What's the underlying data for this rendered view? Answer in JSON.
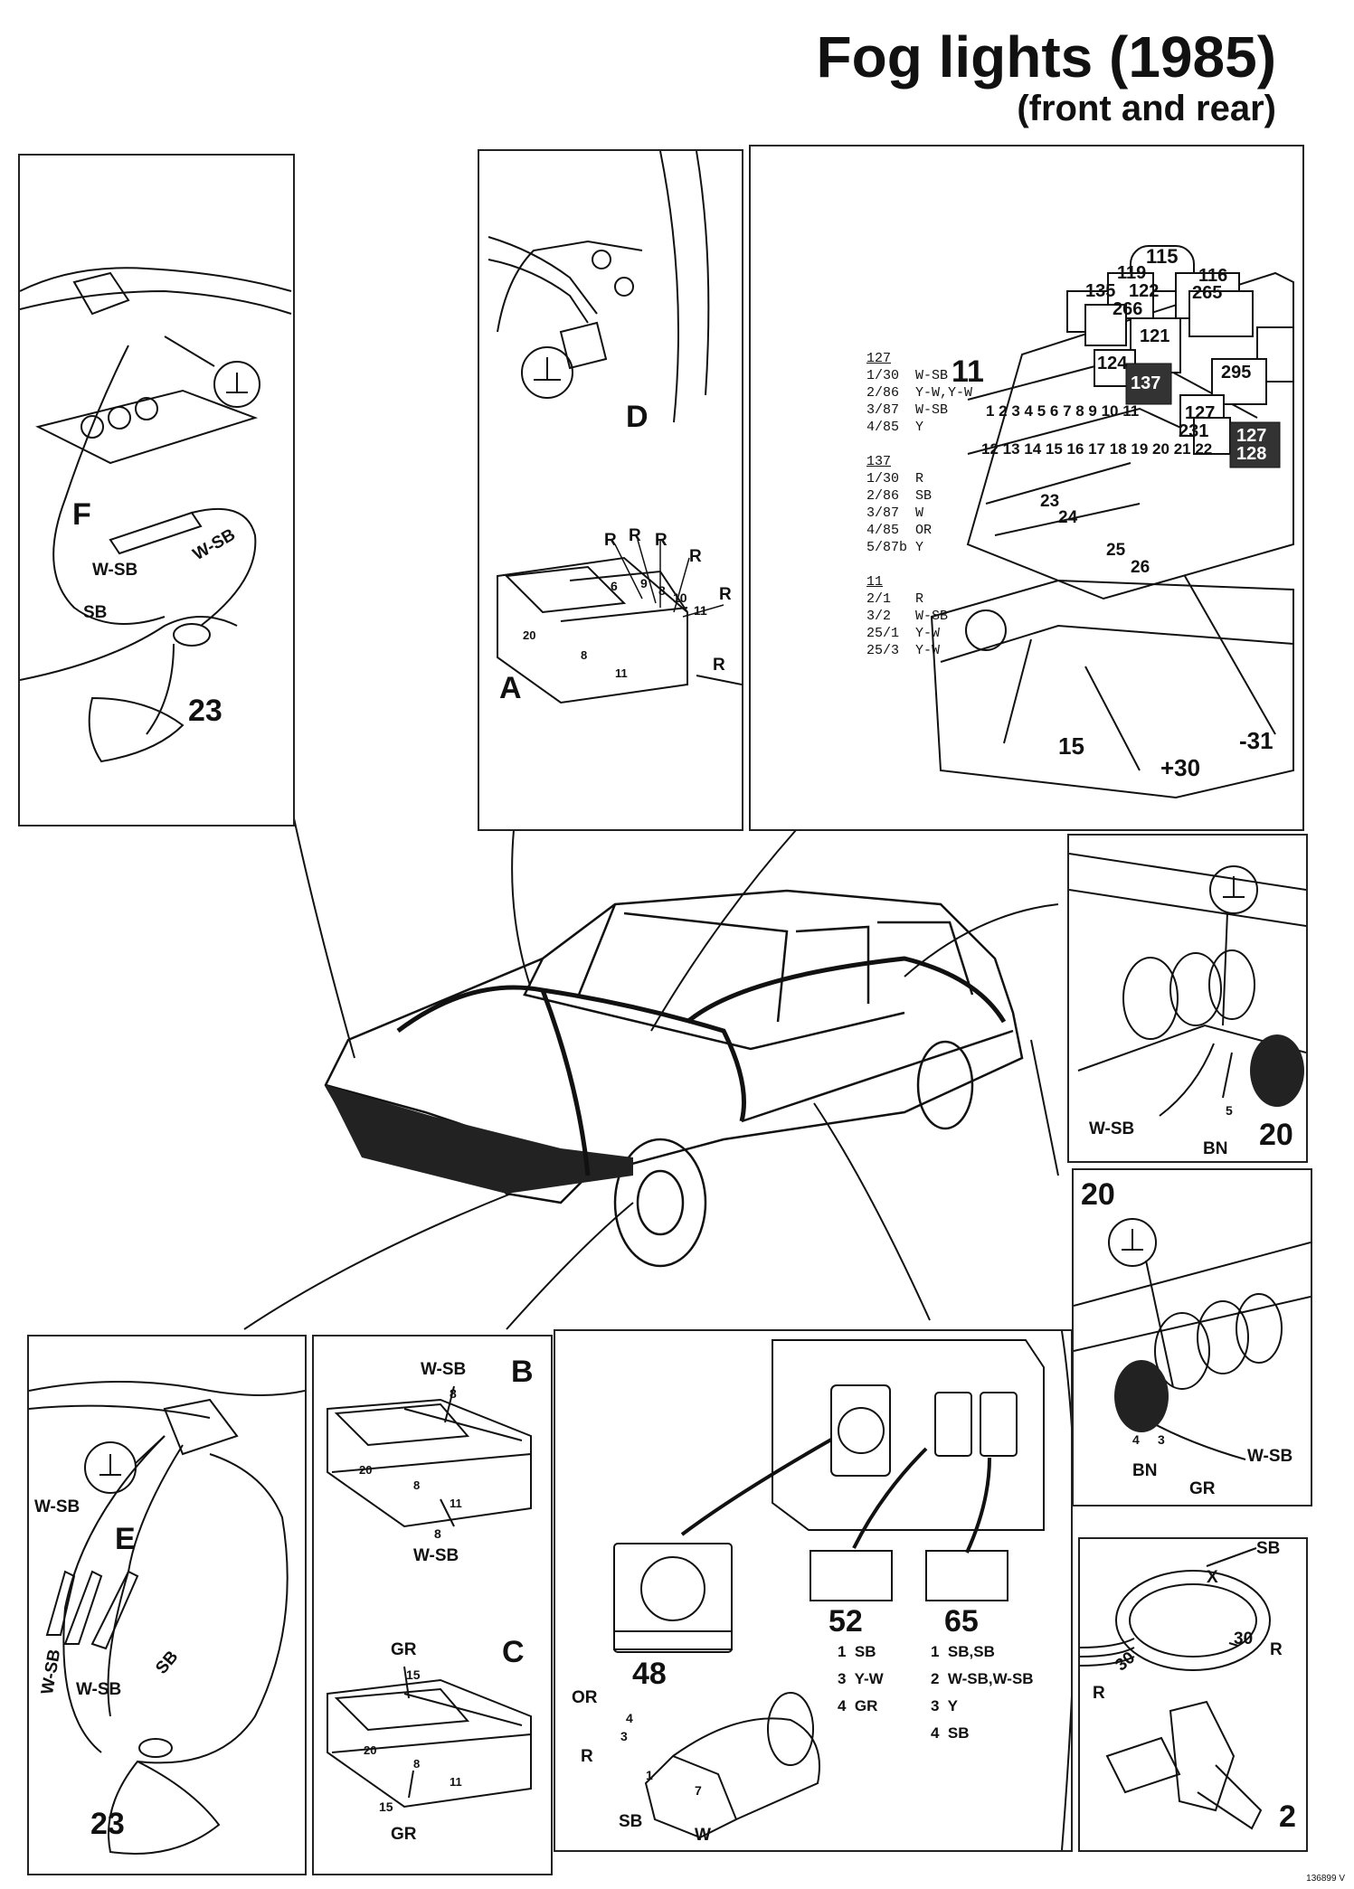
{
  "title": "Fog lights (1985)",
  "subtitle": "(front and rear)",
  "panel_F": {
    "letter": "F",
    "wire1": "W-SB",
    "wire2": "W-SB",
    "wire3": "SB",
    "num": "23"
  },
  "panel_D": {
    "letter": "D",
    "letter_a": "A",
    "r_labels": [
      "R",
      "R",
      "R",
      "R",
      "R",
      "R"
    ],
    "pins": [
      "6",
      "9",
      "8",
      "10",
      "11"
    ],
    "blocks": [
      "20",
      "8",
      "11"
    ]
  },
  "fusebox": {
    "relay_table": [
      {
        "header": "127",
        "rows": [
          "1/30  W-SB",
          "2/86  Y-W,Y-W",
          "3/87  W-SB",
          "4/85  Y"
        ]
      },
      {
        "header": "137",
        "rows": [
          "1/30  R",
          "2/86  SB",
          "3/87  W",
          "4/85  OR",
          "5/87b Y"
        ]
      },
      {
        "header": "11",
        "rows": [
          "2/1   R",
          "3/2   W-SB",
          "25/1  Y-W",
          "25/3  Y-W"
        ]
      }
    ],
    "relays": [
      "115",
      "119",
      "135",
      "122",
      "266",
      "116",
      "265",
      "121",
      "124",
      "137",
      "295",
      "127",
      "231",
      "127",
      "128"
    ],
    "fuses_row1": [
      "1",
      "2",
      "3",
      "4",
      "5",
      "6",
      "7",
      "8",
      "9",
      "10",
      "11"
    ],
    "fuses_row2": [
      "12",
      "13",
      "14",
      "15",
      "16",
      "17",
      "18",
      "19",
      "20",
      "21",
      "22"
    ],
    "misc": [
      "11",
      "23",
      "24",
      "25",
      "26"
    ],
    "terminals": [
      "15",
      "+30",
      "-31"
    ]
  },
  "panel_rear_right": {
    "wire": "W-SB",
    "wire2": "BN",
    "pin": "5",
    "num": "20"
  },
  "panel_rear_left": {
    "num": "20",
    "pin4": "4",
    "pin3": "3",
    "wire_bn": "BN",
    "wire_gr": "GR",
    "wire_wsb": "W-SB"
  },
  "panel_E": {
    "letter": "E",
    "w1": "W-SB",
    "w2": "W-SB",
    "w3": "W-SB",
    "w4": "SB",
    "num": "23"
  },
  "panel_BC": {
    "letter_b": "B",
    "b_top": "W-SB",
    "b_pin_top": "8",
    "b_blocks": [
      "20",
      "8",
      "11"
    ],
    "b_pin_bottom": "8",
    "b_bottom": "W-SB",
    "letter_c": "C",
    "c_top": "GR",
    "c_pin_top": "15",
    "c_blocks": [
      "20",
      "8",
      "11"
    ],
    "c_pin_bottom": "15",
    "c_bottom": "GR"
  },
  "panel_switch": {
    "num_48": "48",
    "num_52": "52",
    "s52_rows": [
      "1  SB",
      "3  Y-W",
      "4  GR"
    ],
    "num_65": "65",
    "s65_rows": [
      "1  SB,SB",
      "2  W-SB,W-SB",
      "3  Y",
      "4  SB"
    ],
    "conn_labels": {
      "or": "OR",
      "p4": "4",
      "p3": "3",
      "r": "R",
      "p1": "1",
      "p7": "7",
      "sb": "SB",
      "w": "W"
    }
  },
  "panel_ignition": {
    "sb": "SB",
    "x": "X",
    "r1": "R",
    "p30a": "30",
    "p30b": "30",
    "r2": "R",
    "num": "2"
  },
  "code": "136899 V"
}
